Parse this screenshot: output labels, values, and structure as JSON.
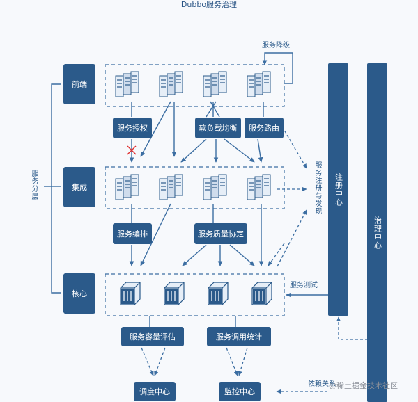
{
  "title": "Dubbo服务治理",
  "layers": {
    "frontend": "前端",
    "integration": "集成",
    "core": "核心",
    "group_label": "服务分层"
  },
  "services": {
    "auth": "服务授权",
    "load_balance": "软负载均衡",
    "routing": "服务路由",
    "orchestration": "服务编排",
    "quality": "服务质量协定",
    "capacity": "服务容量评估",
    "call_stats": "服务调用统计",
    "scheduler": "调度中心",
    "monitor": "监控中心"
  },
  "annotations": {
    "degrade": "服务降级",
    "register_discover": "服务注册与发现",
    "test": "服务测试",
    "dependency": "依赖关系"
  },
  "centers": {
    "registry": "注册中心",
    "governance": "治理中心"
  },
  "watermark": "@稀土掘金技术社区",
  "colors": {
    "primary": "#2b5a8a",
    "accent_red": "#e03030"
  }
}
